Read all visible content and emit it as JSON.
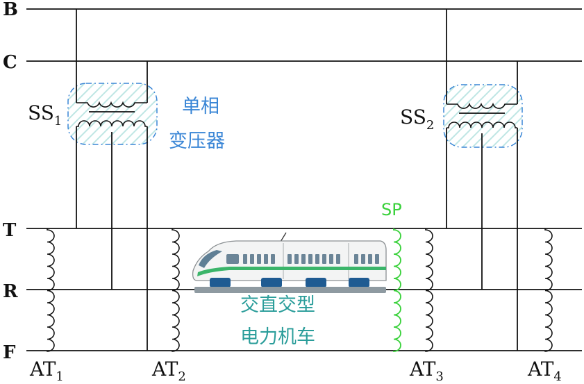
{
  "buses": {
    "b": "B",
    "c": "C",
    "t": "T",
    "r": "R",
    "f": "F"
  },
  "substations": {
    "ss1": {
      "main": "SS",
      "sub": "1"
    },
    "ss2": {
      "main": "SS",
      "sub": "2"
    }
  },
  "transformer_label": {
    "line1": "单相",
    "line2": "变压器"
  },
  "train_label": {
    "line1": "交直交型",
    "line2": "电力机车"
  },
  "sp_label": "SP",
  "autotransformers": {
    "at1": {
      "main": "AT",
      "sub": "1"
    },
    "at2": {
      "main": "AT",
      "sub": "2"
    },
    "at3": {
      "main": "AT",
      "sub": "3"
    },
    "at4": {
      "main": "AT",
      "sub": "4"
    }
  },
  "colors": {
    "wire": "#111111",
    "transformer_outline": "#3a86d6",
    "transformer_text": "#3a86d6",
    "train_text": "#2a9d9a",
    "sp_coil": "#39d13a"
  }
}
